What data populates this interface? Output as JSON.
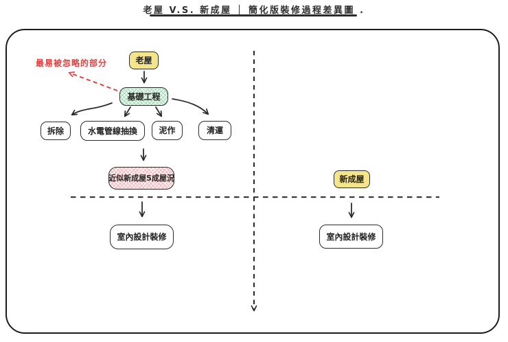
{
  "title": {
    "text": "老屋 V.S. 新成屋 │ 簡化版裝修過程差異圖 ."
  },
  "annotation": {
    "label": "最易被忽略的部分",
    "color": "#e04040"
  },
  "nodes": {
    "old_house": "老屋",
    "foundation": "基礎工程",
    "steps": [
      "拆除",
      "水電管線抽換",
      "泥作",
      "清運"
    ],
    "result": "近似新成屋5成屋況",
    "interior_left": "室內設計裝修",
    "new_house": "新成屋",
    "interior_right": "室內設計裝修"
  },
  "edges": [
    {
      "from": "old_house",
      "to": "foundation",
      "style": "solid-arrow"
    },
    {
      "from": "foundation",
      "to": "steps.0",
      "style": "solid-arrow"
    },
    {
      "from": "foundation",
      "to": "steps.1",
      "style": "solid-arrow"
    },
    {
      "from": "foundation",
      "to": "steps.2",
      "style": "solid-arrow"
    },
    {
      "from": "foundation",
      "to": "steps.3",
      "style": "solid-arrow"
    },
    {
      "from": "steps",
      "to": "result",
      "style": "solid-arrow"
    },
    {
      "from": "result",
      "to": "interior_left",
      "style": "solid-arrow"
    },
    {
      "from": "new_house",
      "to": "interior_right",
      "style": "solid-arrow"
    },
    {
      "from": "foundation",
      "to": "annotation",
      "style": "red-dashed-arrow"
    }
  ],
  "dividers": [
    {
      "name": "vertical-timeline",
      "orientation": "vertical",
      "style": "dashed",
      "arrow_end": "down"
    },
    {
      "name": "horizontal-baseline",
      "orientation": "horizontal",
      "style": "dashed",
      "arrow_end": "none"
    }
  ],
  "colors": {
    "ink": "#2b2b2b",
    "yellow_fill": "#f5e58a",
    "green_fill": "#eaf7ee",
    "green_hatch": "#7dc698",
    "pink_fill": "#fdf1f1",
    "pink_hatch": "#e98892",
    "red_accent": "#e04040",
    "background": "#ffffff"
  }
}
